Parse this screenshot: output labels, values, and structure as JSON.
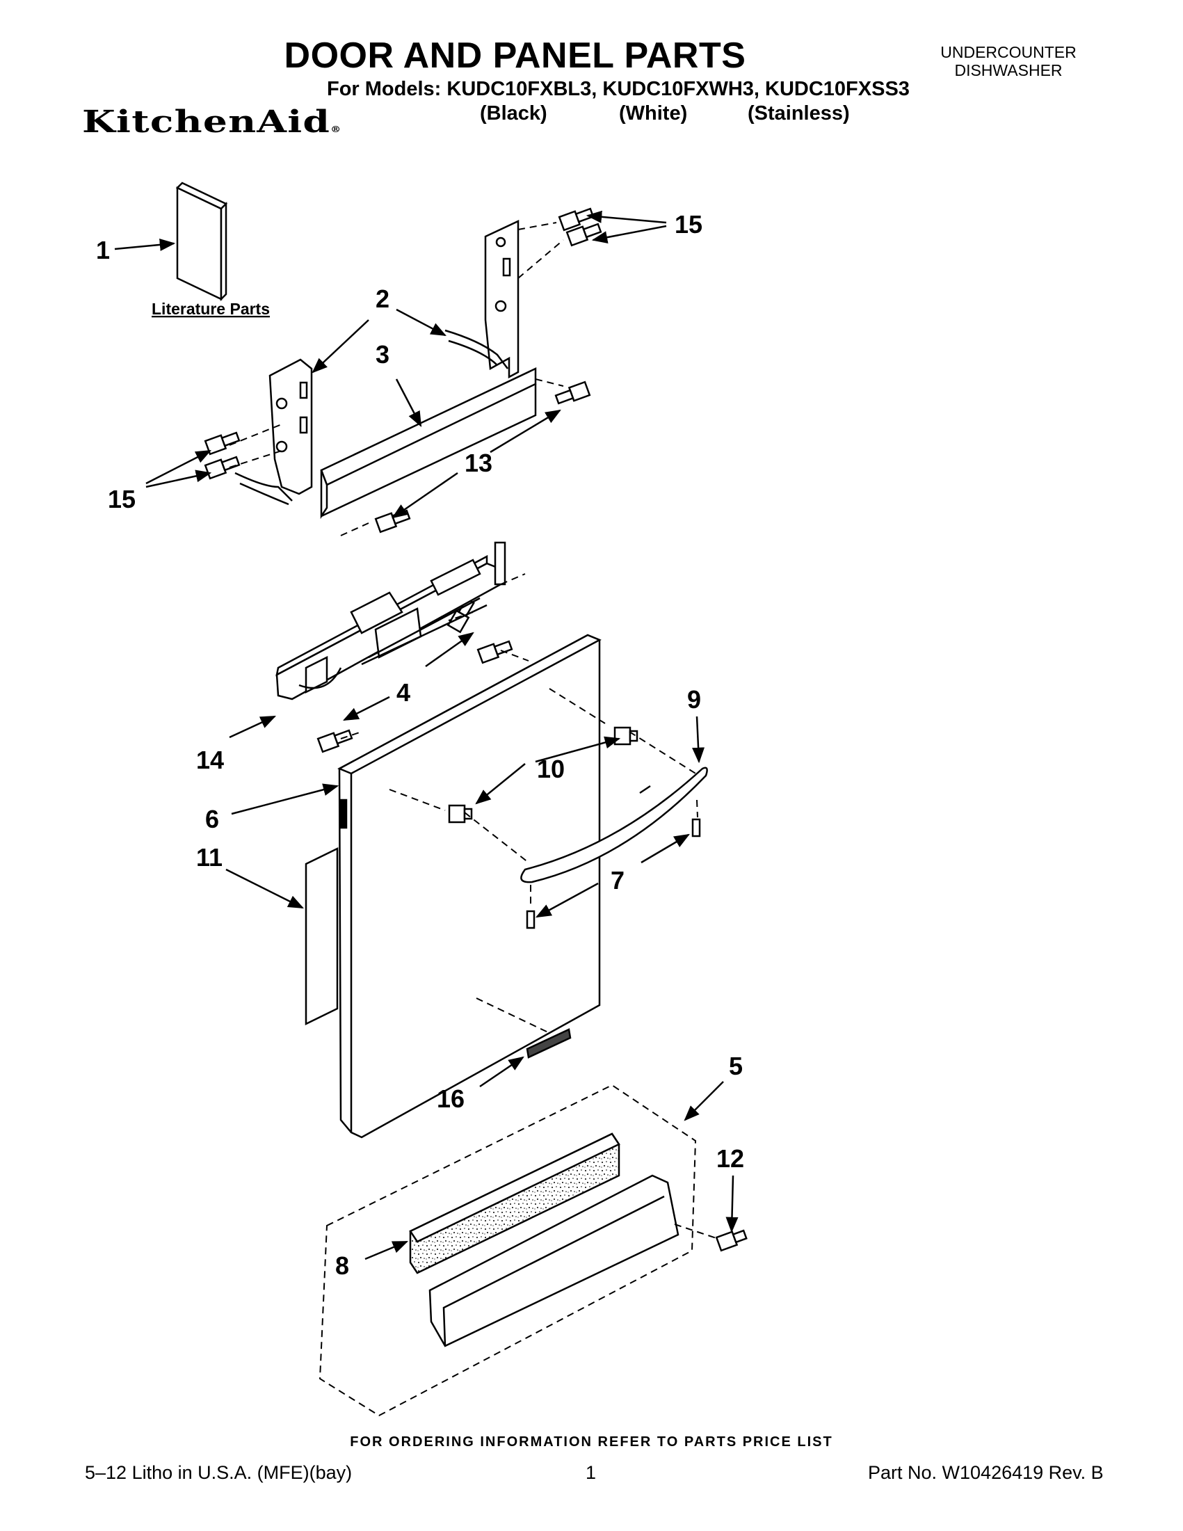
{
  "header": {
    "title": "DOOR AND PANEL PARTS",
    "models": "For Models: KUDC10FXBL3, KUDC10FXWH3, KUDC10FXSS3",
    "color_black": "(Black)",
    "color_white": "(White)",
    "color_stainless": "(Stainless)",
    "category_line1": "UNDERCOUNTER",
    "category_line2": "DISHWASHER",
    "brand": "KitchenAid"
  },
  "diagram": {
    "callouts": [
      "1",
      "2",
      "3",
      "4",
      "5",
      "6",
      "7",
      "8",
      "9",
      "10",
      "11",
      "12",
      "13",
      "14",
      "15",
      "15",
      "16"
    ],
    "literature_label": "Literature Parts"
  },
  "footer": {
    "note": "FOR ORDERING INFORMATION REFER TO PARTS PRICE LIST",
    "litho": "5–12 Litho in U.S.A. (MFE)(bay)",
    "page": "1",
    "part_no": "Part No. W10426419 Rev. B"
  }
}
